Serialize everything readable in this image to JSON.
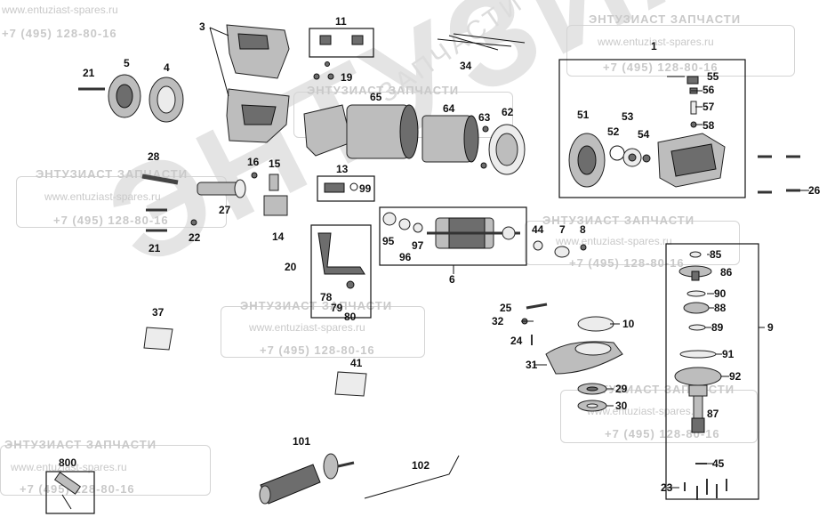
{
  "watermark": {
    "title": "ЭНТУЗИАСТ ЗАПЧАСТИ",
    "url": "www.entuziast-spares.ru",
    "phone": "+7 (495) 128-80-16",
    "big_text": "ЭНТУЗИАСТ",
    "arc_text": "ЗАПЧАСТИ"
  },
  "labels": {
    "p1": "1",
    "p3": "3",
    "p4": "4",
    "p5": "5",
    "p6": "6",
    "p7": "7",
    "p8": "8",
    "p9": "9",
    "p10": "10",
    "p11": "11",
    "p13": "13",
    "p14": "14",
    "p15": "15",
    "p16": "16",
    "p19": "19",
    "p20": "20",
    "p21a": "21",
    "p21b": "21",
    "p22": "22",
    "p23": "23",
    "p24": "24",
    "p25": "25",
    "p26": "26",
    "p27": "27",
    "p28": "28",
    "p29": "29",
    "p30": "30",
    "p31": "31",
    "p32": "32",
    "p34": "34",
    "p37": "37",
    "p41": "41",
    "p44": "44",
    "p45": "45",
    "p51": "51",
    "p52": "52",
    "p53": "53",
    "p54": "54",
    "p55": "55",
    "p56": "56",
    "p57": "57",
    "p58": "58",
    "p62": "62",
    "p63": "63",
    "p64": "64",
    "p65": "65",
    "p78": "78",
    "p79": "79",
    "p80": "80",
    "p85": "85",
    "p86": "86",
    "p87": "87",
    "p88": "88",
    "p89": "89",
    "p90": "90",
    "p91": "91",
    "p92": "92",
    "p95": "95",
    "p96": "96",
    "p97": "97",
    "p99": "99",
    "p100": "800",
    "p101": "101",
    "p102": "102"
  }
}
